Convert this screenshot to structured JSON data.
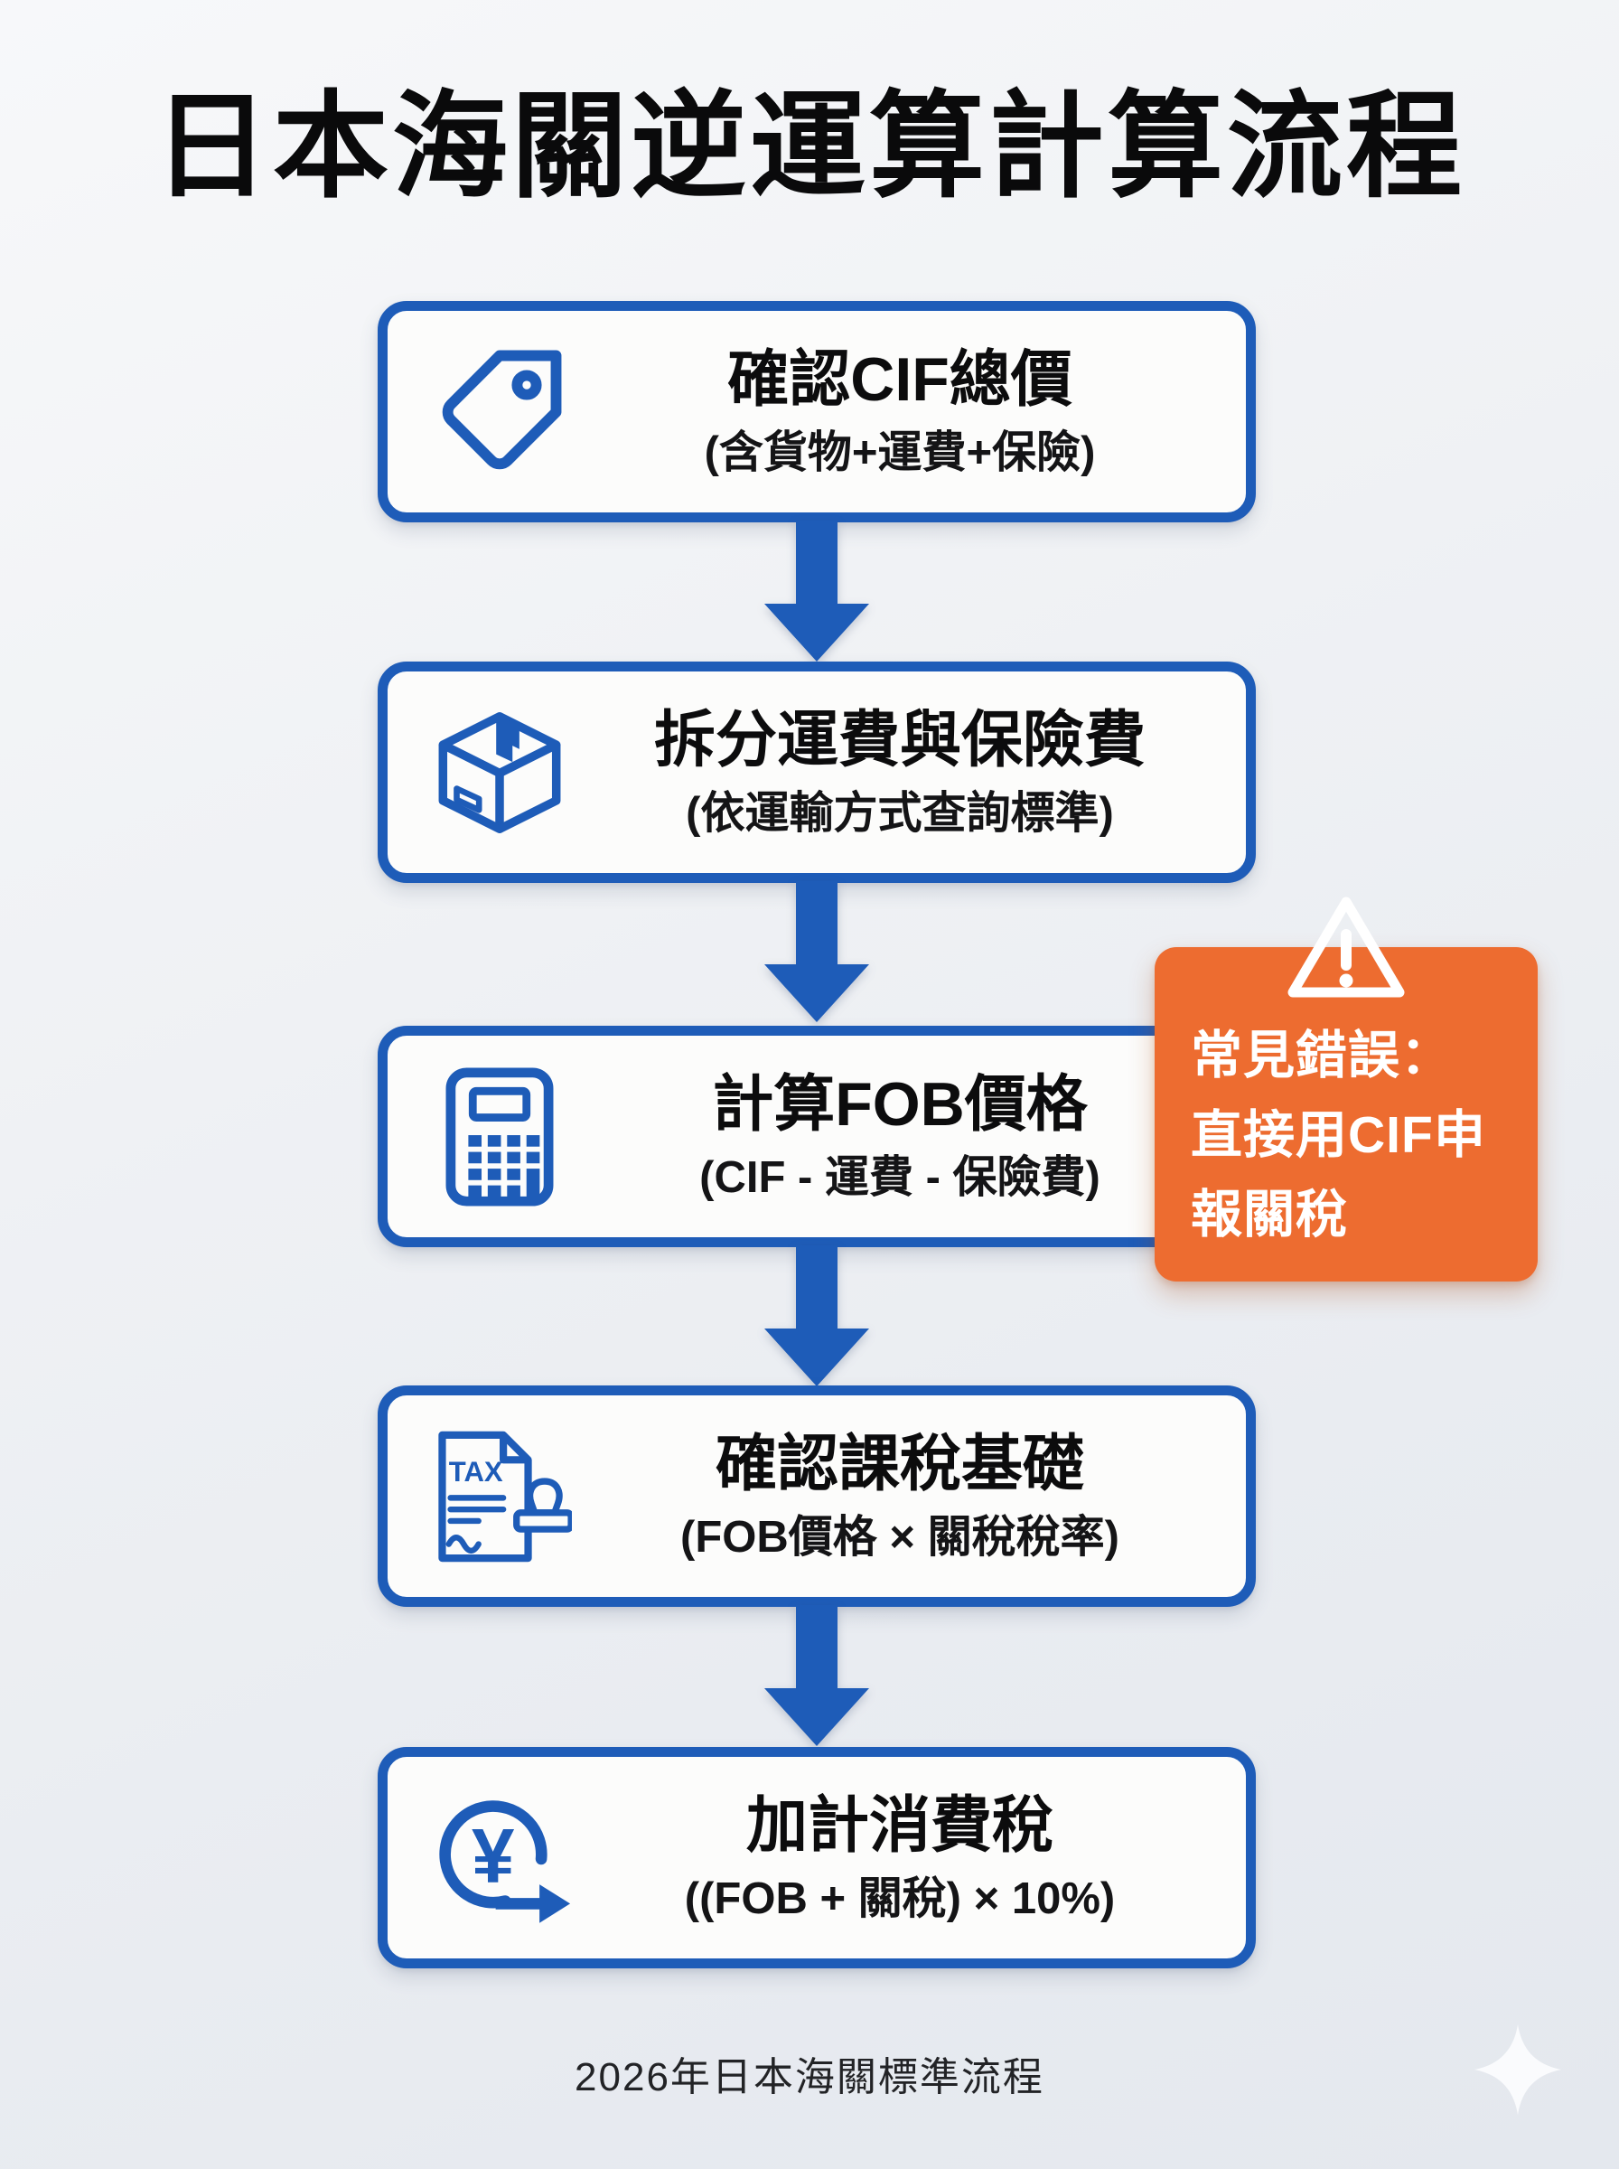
{
  "title": "日本海關逆運算計算流程",
  "steps": [
    {
      "icon": "price-tag-icon",
      "title": "確認CIF總價",
      "subtitle": "(含貨物+運費+保險)"
    },
    {
      "icon": "package-icon",
      "title": "拆分運費與保險費",
      "subtitle": "(依運輸方式查詢標準)"
    },
    {
      "icon": "calculator-icon",
      "title": "計算FOB價格",
      "subtitle": "(CIF - 運費 - 保險費)"
    },
    {
      "icon": "tax-stamp-icon",
      "title": "確認課稅基礎",
      "subtitle": "(FOB價格 × 關稅稅率)"
    },
    {
      "icon": "yen-cycle-icon",
      "title": "加計消費稅",
      "subtitle": "((FOB + 關稅) × 10%)"
    }
  ],
  "callout": {
    "icon": "warning-icon",
    "heading": "常見錯誤：",
    "body": "直接用CIF申報關稅"
  },
  "icon_labels": {
    "tax": "TAX",
    "yen": "¥"
  },
  "footer": {
    "note": "2026年日本海關標準流程"
  },
  "colors": {
    "accent_blue": "#1e5cb8",
    "alert_orange": "#ed6c30",
    "text_black": "#0c0c0d",
    "box_background": "#fcfcfb"
  }
}
